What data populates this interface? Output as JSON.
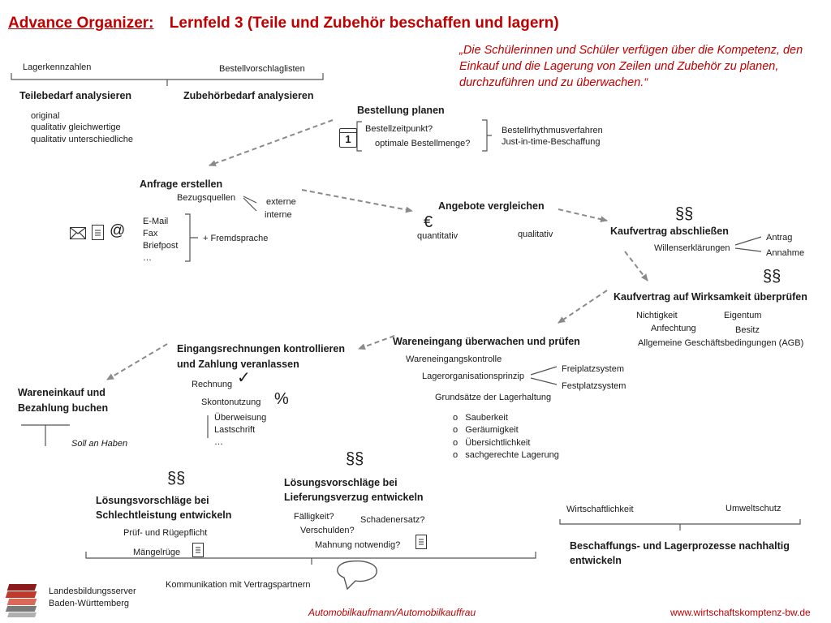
{
  "title": {
    "prefix": "Advance Organizer:",
    "main": "Lernfeld 3 (Teile und Zubehör beschaffen und lagern)"
  },
  "quote": "„Die Schülerinnen und Schüler verfügen über die Kompetenz, den Einkauf und die Lagerung von Zeilen und Zubehör zu planen, durchzuführen und zu überwachen.“",
  "analyse": {
    "lagerkennzahlen": "Lagerkennzahlen",
    "bestellvorschlaglisten": "Bestellvorschlaglisten",
    "teilebedarf": "Teilebedarf analysieren",
    "zubehoerbedarf": "Zubehörbedarf analysieren",
    "items": [
      "original",
      "qualitativ gleichwertige",
      "qualitativ unterschiedliche"
    ]
  },
  "bestellung": {
    "title": "Bestellung planen",
    "calendar_icon": "calendar-icon",
    "calendar_digit": "1",
    "zeitpunkt": "Bestellzeitpunkt?",
    "menge": "optimale Bestellmenge?",
    "rhythmus": "Bestellrhythmusverfahren",
    "jit": "Just-in-time-Beschaffung"
  },
  "anfrage": {
    "title": "Anfrage erstellen",
    "bezugsquellen": "Bezugsquellen",
    "externe": "externe",
    "interne": "interne",
    "media": [
      "E-Mail",
      "Fax",
      "Briefpost",
      "…"
    ],
    "fremdsprache": "+ Fremdsprache",
    "icons": [
      "envelope-icon",
      "document-icon",
      "at-icon"
    ],
    "at": "@"
  },
  "angebote": {
    "title": "Angebote vergleichen",
    "euro": "€",
    "quantitativ": "quantitativ",
    "qualitativ": "qualitativ"
  },
  "kaufvertrag": {
    "section": "§§",
    "title": "Kaufvertrag abschließen",
    "willen": "Willenserklärungen",
    "antrag": "Antrag",
    "annahme": "Annahme"
  },
  "wirksamkeit": {
    "section": "§§",
    "title": "Kaufvertrag auf Wirksamkeit überprüfen",
    "nichtigkeit": "Nichtigkeit",
    "anfechtung": "Anfechtung",
    "eigentum": "Eigentum",
    "besitz": "Besitz",
    "agb": "Allgemeine Geschäftsbedingungen (AGB)"
  },
  "wareneingang": {
    "title": "Wareneingang überwachen und prüfen",
    "kontrolle": "Wareneingangskontrolle",
    "prinzip": "Lagerorganisationsprinzip",
    "frei": "Freiplatzsystem",
    "fest": "Festplatzsystem",
    "grundsaetze": "Grundsätze der Lagerhaltung",
    "bullets": [
      "Sauberkeit",
      "Geräumigkeit",
      "Übersichtlichkeit",
      "sachgerechte Lagerung"
    ]
  },
  "rechnungen": {
    "title1": "Eingangsrechnungen kontrollieren",
    "title2": "und Zahlung veranlassen",
    "rechnung": "Rechnung",
    "check": "✓",
    "skonto": "Skontonutzung",
    "percent": "%",
    "zahlungen": [
      "Überweisung",
      "Lastschrift",
      "…"
    ]
  },
  "wareneinkauf": {
    "title1": "Wareneinkauf und",
    "title2": "Bezahlung buchen",
    "soll": "Soll an Haben"
  },
  "schlecht": {
    "section": "§§",
    "title1": "Lösungsvorschläge bei",
    "title2": "Schlechtleistung entwickeln",
    "pruef": "Prüf- und Rügepflicht",
    "maengel": "Mängelrüge"
  },
  "verzug": {
    "section": "§§",
    "title1": "Lösungsvorschläge bei",
    "title2": "Lieferungsverzug entwickeln",
    "faellig": "Fälligkeit?",
    "schaden": "Schadenersatz?",
    "verschulden": "Verschulden?",
    "mahnung": "Mahnung notwendig?"
  },
  "nachhaltig": {
    "wirtschaft": "Wirtschaftlichkeit",
    "umwelt": "Umweltschutz",
    "title1": "Beschaffungs- und Lagerprozesse nachhaltig",
    "title2": "entwickeln"
  },
  "kommunikation": "Kommunikation mit Vertragspartnern",
  "logo": {
    "line1": "Landesbildungsserver",
    "line2": "Baden-Württemberg",
    "colors": [
      "#8b1a1a",
      "#c0392b",
      "#d96a5a",
      "#7a7a7a",
      "#b0b0b0"
    ]
  },
  "footer": {
    "center": "Automobilkaufmann/Automobilkauffrau",
    "right": "www.wirtschaftskomptenz-bw.de"
  }
}
